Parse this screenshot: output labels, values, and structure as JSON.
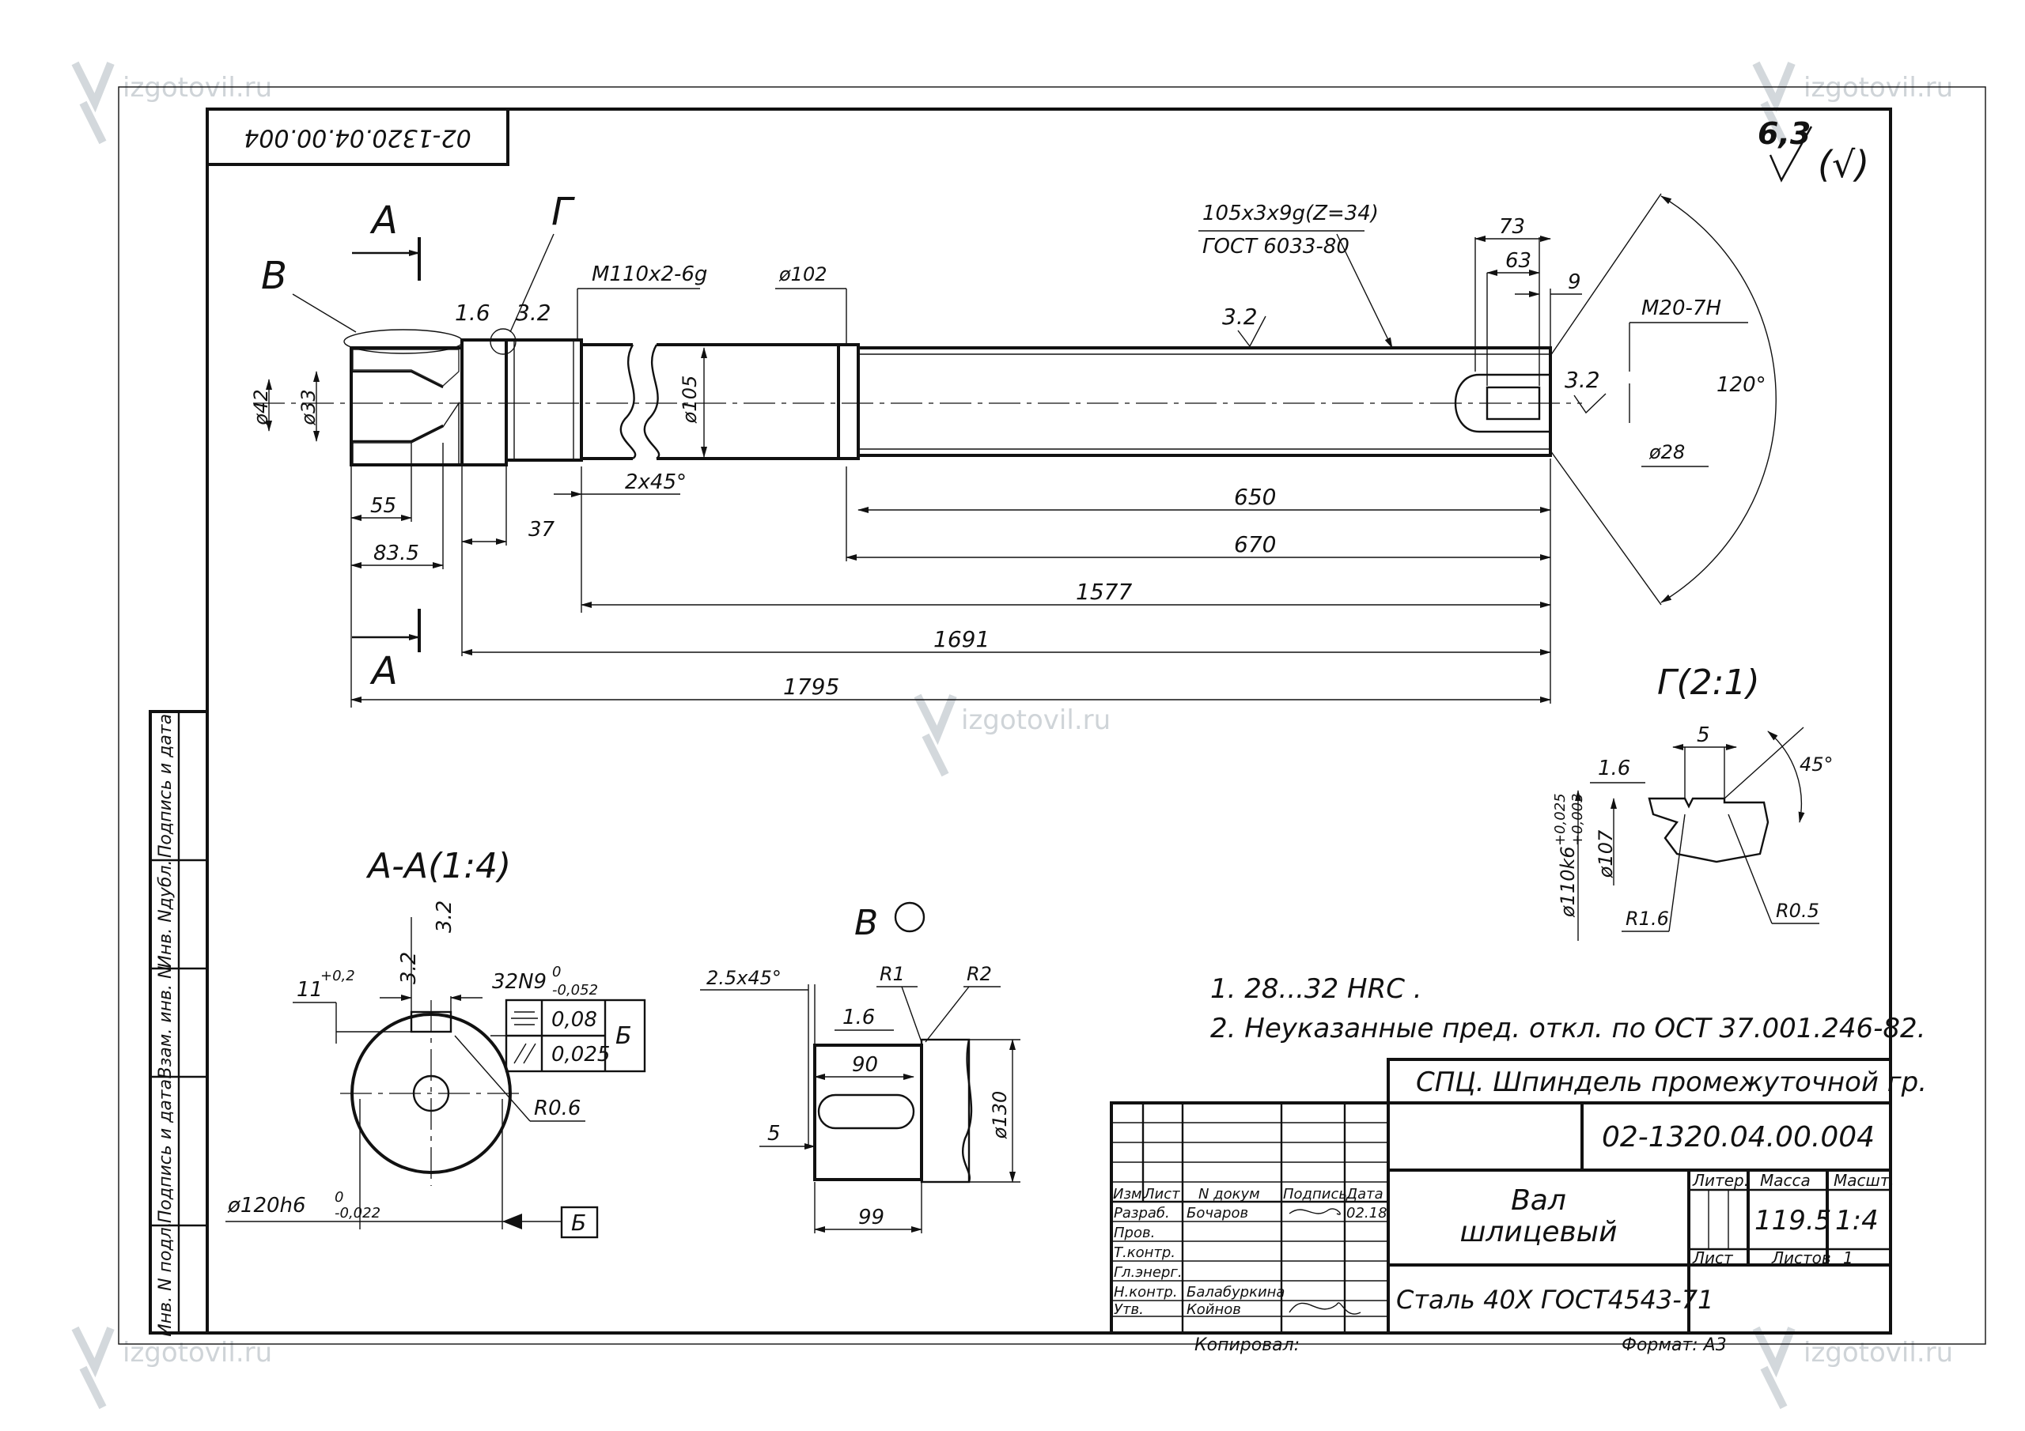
{
  "watermarks": {
    "site": "izgotovil.ru"
  },
  "drawing": {
    "stamp_code_rotated": "02-1320.04.00.004",
    "surface_roughness": {
      "value": "6,3",
      "rest": "(√)"
    },
    "view_markers": {
      "a_top": "A",
      "a_bottom": "A",
      "g": "Г",
      "v": "В"
    },
    "spline_callout": {
      "line1": "105x3x9g(Z=34)",
      "line2": "ГОСТ 6033-80"
    },
    "thread_callout": "M110x2-6g",
    "thread_end": "M20-7H",
    "roughness_marks": {
      "r1": "1.6",
      "r2": "3.2",
      "r3": "3.2",
      "r4": "3.2"
    },
    "dimensions": {
      "d42": "ø42",
      "d33": "ø33",
      "d105": "ø105",
      "d102": "ø102",
      "d28": "ø28",
      "l55": "55",
      "l83_5": "83.5",
      "l37": "37",
      "chamfer": "2x45°",
      "l650": "650",
      "l670": "670",
      "l1577": "1577",
      "l1691": "1691",
      "l1795": "1795",
      "l73": "73",
      "l63": "63",
      "l9": "9",
      "angle120": "120°"
    },
    "detail_g": {
      "title": "Г(2:1)",
      "dim5": "5",
      "angle45": "45°",
      "r16": "1.6",
      "d107": "ø107",
      "d110": "ø110k6",
      "tol_upper": "+0,025",
      "tol_lower": "+0,003",
      "radius_r1_6": "R1.6",
      "radius_r0_5": "R0.5"
    },
    "section_aa": {
      "title": "А-А(1:4)",
      "rough_a": "3.2",
      "rough_b": "3.2",
      "key_width": "32N9",
      "key_tol_upper": "0",
      "key_tol_lower": "-0,052",
      "depth": "11",
      "depth_tol": "+0,2",
      "symmetry_val": "0,08",
      "parallel_val": "0,025",
      "datum": "Б",
      "radius": "R0.6",
      "diam": "ø120h6",
      "diam_tol_upper": "0",
      "diam_tol_lower": "-0,022",
      "datum_box": "Б"
    },
    "detail_v": {
      "title": "В",
      "chamfer": "2.5x45°",
      "r1": "R1",
      "r2": "R2",
      "rough": "1.6",
      "len90": "90",
      "dim5": "5",
      "d130": "ø130",
      "len99": "99"
    },
    "notes": [
      "1. 28...32 HRC .",
      "2. Неуказанные пред. откл. по ОСТ 37.001.246-82."
    ]
  },
  "title_block": {
    "assembly": "СПЦ. Шпиндель промежуточной гр.",
    "designation": "02-1320.04.00.004",
    "name_line1": "Вал",
    "name_line2": "шлицевый",
    "material": "Сталь 40Х ГОСТ4543-71",
    "headers": {
      "liter": "Литер.",
      "mass": "Масса",
      "scale": "Масшт.",
      "sheet": "Лист",
      "sheets": "Листов",
      "sheets_count": "1"
    },
    "mass_value": "119.5",
    "scale_value": "1:4",
    "col_headers": {
      "izm": "Изм.",
      "list": "Лист",
      "ndoc": "N докум",
      "sign": "Подпись",
      "date": "Дата"
    },
    "roles": [
      {
        "role": "Разраб.",
        "name": "Бочаров",
        "date": "02.18"
      },
      {
        "role": "Пров.",
        "name": "",
        "date": ""
      },
      {
        "role": "Т.контр.",
        "name": "",
        "date": ""
      },
      {
        "role": "Гл.энерг.",
        "name": "",
        "date": ""
      },
      {
        "role": "Н.контр.",
        "name": "Балабуркина",
        "date": ""
      },
      {
        "role": "Утв.",
        "name": "Койнов",
        "date": ""
      }
    ],
    "copied": "Копировал:",
    "format": "Формат: А3"
  },
  "side_stamps": [
    "Подпись и дата",
    "Инв. Nдубл.",
    "Взам. инв. N",
    "Подпись и дата",
    "Инв. N подл."
  ]
}
